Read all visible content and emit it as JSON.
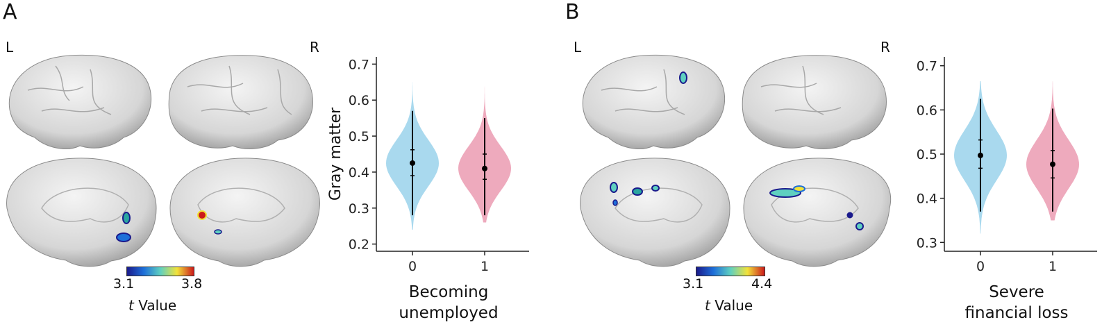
{
  "panels": [
    {
      "letter": "A",
      "hemi_left": "L",
      "hemi_right": "R",
      "colorbar": {
        "min": "3.1",
        "max": "3.8",
        "title_italic": "t",
        "title_rest": " Value"
      }
    },
    {
      "letter": "B",
      "hemi_left": "L",
      "hemi_right": "R",
      "colorbar": {
        "min": "3.1",
        "max": "4.4",
        "title_italic": "t",
        "title_rest": " Value"
      }
    }
  ],
  "colors": {
    "group0": "#a9d9ee",
    "group1": "#eeaabd",
    "stat": "#000000"
  },
  "chart_data": [
    {
      "type": "violin",
      "ylabel": "Gray matter",
      "xlabel": [
        "Becoming",
        "unemployed"
      ],
      "categories": [
        "0",
        "1"
      ],
      "ylim": [
        0.18,
        0.72
      ],
      "yticks": [
        0.2,
        0.3,
        0.4,
        0.5,
        0.6,
        0.7
      ],
      "groups": [
        {
          "category": "0",
          "mean": 0.425,
          "q1": 0.39,
          "q3": 0.462,
          "whisker_low": 0.28,
          "whisker_high": 0.57,
          "min": 0.24,
          "max": 0.65,
          "color": "#a9d9ee"
        },
        {
          "category": "1",
          "mean": 0.41,
          "q1": 0.38,
          "q3": 0.45,
          "whisker_low": 0.28,
          "whisker_high": 0.55,
          "min": 0.26,
          "max": 0.64,
          "color": "#eeaabd"
        }
      ]
    },
    {
      "type": "violin",
      "ylabel": "",
      "xlabel": [
        "Severe",
        "financial loss"
      ],
      "categories": [
        "0",
        "1"
      ],
      "ylim": [
        0.28,
        0.72
      ],
      "yticks": [
        0.3,
        0.4,
        0.5,
        0.6,
        0.7
      ],
      "groups": [
        {
          "category": "0",
          "mean": 0.497,
          "q1": 0.468,
          "q3": 0.532,
          "whisker_low": 0.37,
          "whisker_high": 0.625,
          "min": 0.32,
          "max": 0.665,
          "color": "#a9d9ee"
        },
        {
          "category": "1",
          "mean": 0.477,
          "q1": 0.446,
          "q3": 0.508,
          "whisker_low": 0.37,
          "whisker_high": 0.603,
          "min": 0.35,
          "max": 0.665,
          "color": "#eeaabd"
        }
      ]
    }
  ]
}
